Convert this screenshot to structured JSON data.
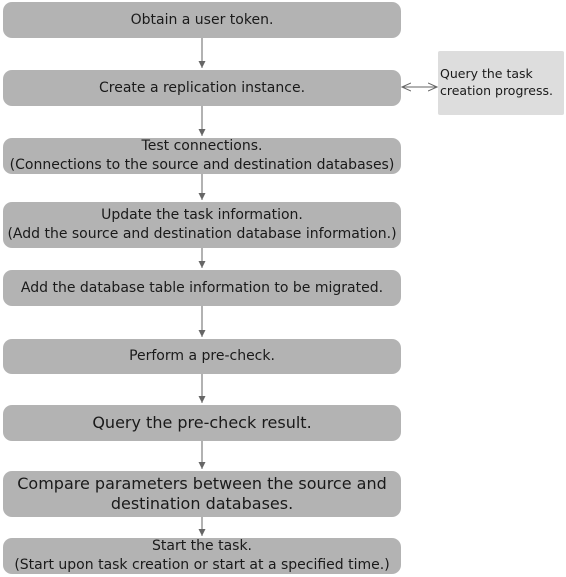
{
  "steps": [
    {
      "id": "obtain-token",
      "lines": [
        "Obtain a user token."
      ]
    },
    {
      "id": "create-instance",
      "lines": [
        "Create a replication instance."
      ]
    },
    {
      "id": "test-connections",
      "lines": [
        "Test connections.",
        "(Connections to the source and destination databases)"
      ]
    },
    {
      "id": "update-task-info",
      "lines": [
        "Update the task information.",
        "(Add the source and destination database information.)"
      ]
    },
    {
      "id": "add-table-info",
      "lines": [
        "Add the database table information to be migrated."
      ]
    },
    {
      "id": "pre-check",
      "lines": [
        "Perform a pre-check."
      ]
    },
    {
      "id": "query-pre-check",
      "lines": [
        "Query the pre-check result."
      ]
    },
    {
      "id": "compare-params",
      "lines": [
        "Compare parameters between the source and",
        "destination databases."
      ]
    },
    {
      "id": "start-task",
      "lines": [
        "Start the task.",
        "(Start upon task creation or start at a specified time.)"
      ]
    }
  ],
  "side_note": {
    "lines": [
      "Query the task",
      "creation progress."
    ]
  },
  "colors": {
    "step_fill": "#b3b3b3",
    "side_fill": "#dddddd",
    "connector": "#666666",
    "text": "#1a1a1a"
  }
}
